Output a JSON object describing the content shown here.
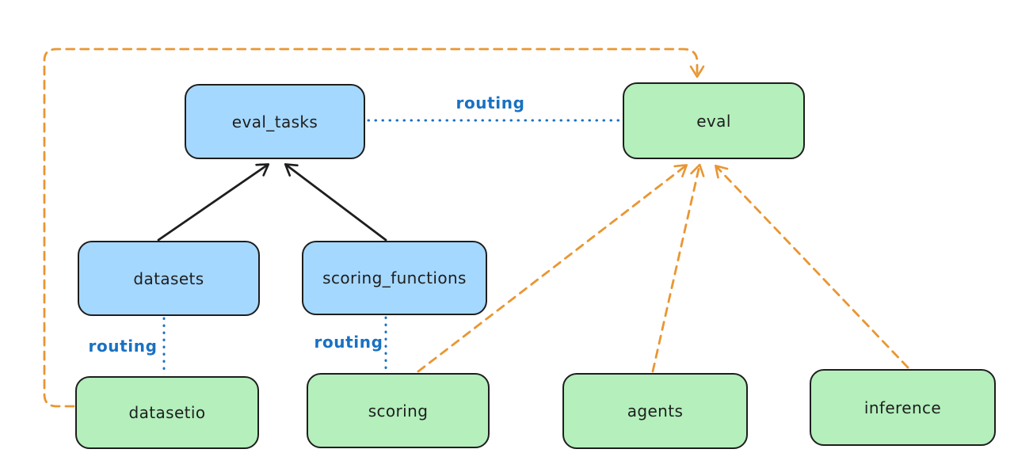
{
  "diagram": {
    "title": "",
    "nodes": [
      {
        "id": "eval_tasks",
        "label": "eval_tasks",
        "fill": "blue"
      },
      {
        "id": "eval",
        "label": "eval",
        "fill": "green"
      },
      {
        "id": "datasets",
        "label": "datasets",
        "fill": "blue"
      },
      {
        "id": "scoring_functions",
        "label": "scoring_functions",
        "fill": "blue"
      },
      {
        "id": "datasetio",
        "label": "datasetio",
        "fill": "green"
      },
      {
        "id": "scoring",
        "label": "scoring",
        "fill": "green"
      },
      {
        "id": "agents",
        "label": "agents",
        "fill": "green"
      },
      {
        "id": "inference",
        "label": "inference",
        "fill": "green"
      }
    ],
    "edges": [
      {
        "from": "datasets",
        "to": "eval_tasks",
        "style": "solid-black-arrow",
        "label": ""
      },
      {
        "from": "scoring_functions",
        "to": "eval_tasks",
        "style": "solid-black-arrow",
        "label": ""
      },
      {
        "from": "eval_tasks",
        "to": "eval",
        "style": "dotted-blue",
        "label": "routing"
      },
      {
        "from": "datasets",
        "to": "datasetio",
        "style": "dotted-blue",
        "label": "routing"
      },
      {
        "from": "scoring_functions",
        "to": "scoring",
        "style": "dotted-blue",
        "label": "routing"
      },
      {
        "from": "scoring",
        "to": "eval",
        "style": "dashed-orange-arrow",
        "label": ""
      },
      {
        "from": "agents",
        "to": "eval",
        "style": "dashed-orange-arrow",
        "label": ""
      },
      {
        "from": "inference",
        "to": "eval",
        "style": "dashed-orange-arrow",
        "label": ""
      },
      {
        "from": "datasetio",
        "to": "eval",
        "style": "dashed-orange-arrow",
        "label": ""
      }
    ],
    "colors": {
      "node_blue_fill": "#a5d8ff",
      "node_green_fill": "#b4efbc",
      "node_stroke": "#1e1e1e",
      "solid_arrow": "#1e1e1e",
      "dashed_arrow_orange": "#e99632",
      "dotted_line_blue": "#1971c2",
      "routing_label_blue": "#1971c2",
      "background": "#ffffff"
    }
  }
}
